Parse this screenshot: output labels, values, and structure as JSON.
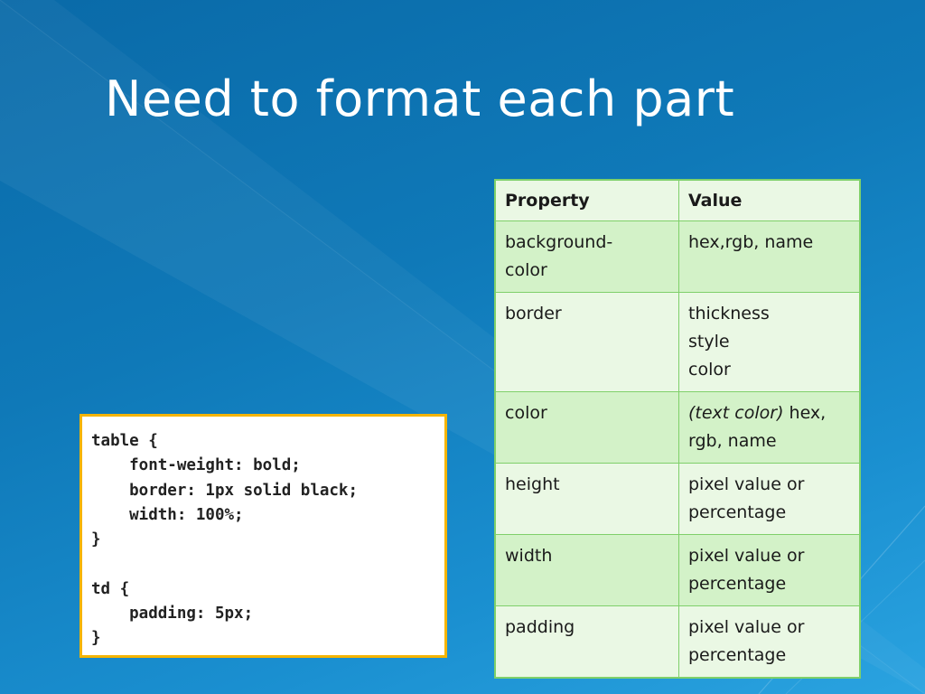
{
  "slide": {
    "title": "Need to format each part"
  },
  "code_snippet": {
    "lines": [
      "table {",
      "    font-weight: bold;",
      "    border: 1px solid black;",
      "    width: 100%;",
      "}",
      "",
      "td {",
      "    padding: 5px;",
      "}"
    ]
  },
  "property_table": {
    "headers": [
      "Property",
      "Value"
    ],
    "rows": [
      {
        "property": "background-\ncolor",
        "value": "hex,rgb, name"
      },
      {
        "property": "border",
        "value": "thickness\nstyle\ncolor"
      },
      {
        "property": "color",
        "value_italic": "(text color)",
        "value": " hex,\nrgb, name"
      },
      {
        "property": "height",
        "value": "pixel value or\npercentage"
      },
      {
        "property": "width",
        "value": "pixel value or\npercentage"
      },
      {
        "property": "padding",
        "value": "pixel value or\npercentage"
      }
    ]
  },
  "colors": {
    "code_border": "#f5b400",
    "table_border": "#7fd06a",
    "row_light": "#eaf8e4",
    "row_dark": "#d3f2c8"
  }
}
